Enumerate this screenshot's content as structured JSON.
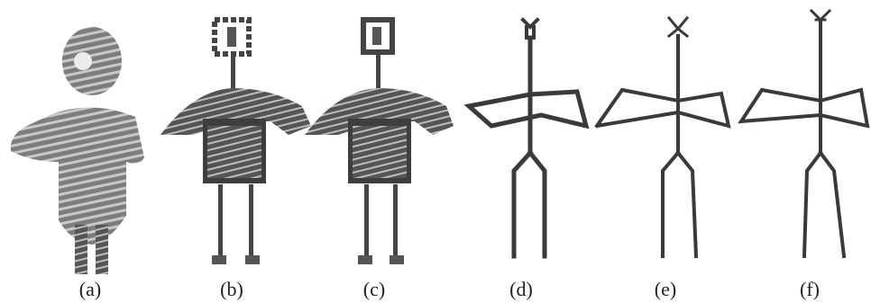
{
  "figure": {
    "panels": [
      {
        "id": "a",
        "label": "(a)"
      },
      {
        "id": "b",
        "label": "(b)"
      },
      {
        "id": "c",
        "label": "(c)"
      },
      {
        "id": "d",
        "label": "(d)"
      },
      {
        "id": "e",
        "label": "(e)"
      },
      {
        "id": "f",
        "label": "(f)"
      }
    ],
    "colors": {
      "ink": "#3a3a3a",
      "ink_light": "#8a8a8a",
      "background": "#ffffff"
    }
  }
}
